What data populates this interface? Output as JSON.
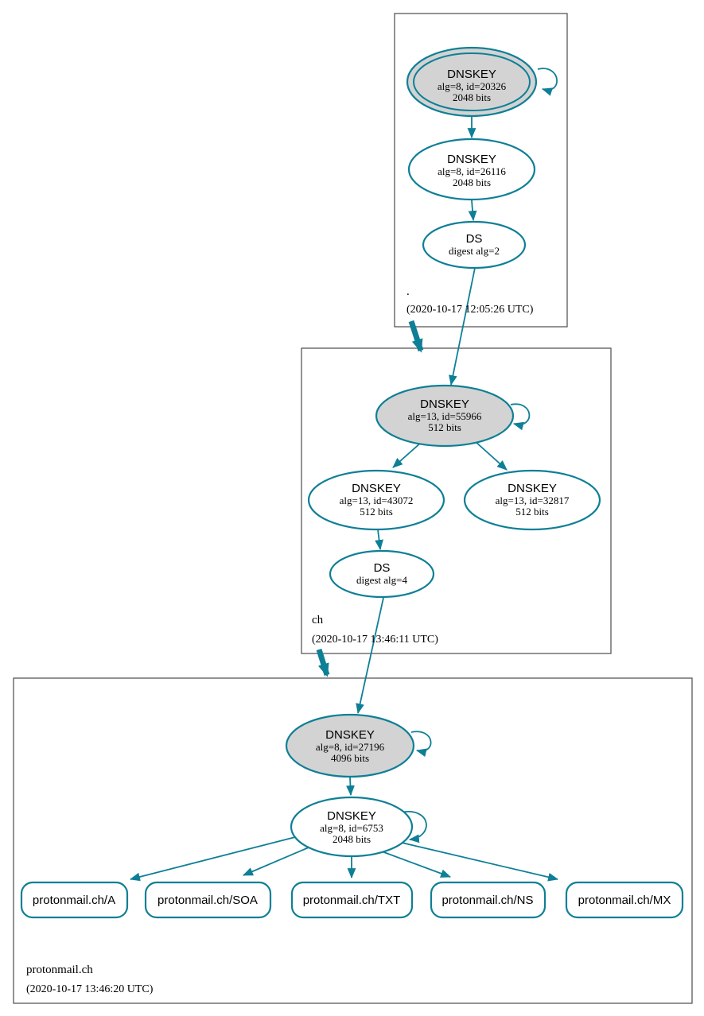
{
  "palette": {
    "edge_teal": "#0e7f96",
    "ksk_fill": "#d3d3d3",
    "node_fill": "#ffffff",
    "cluster_border": "#4b4b4b",
    "text": "#000000"
  },
  "zones": [
    {
      "name": ".",
      "timestamp": "(2020-10-17 12:05:26 UTC)",
      "nodes": {
        "ksk": {
          "title": "DNSKEY",
          "alg": "alg=8, id=20326",
          "bits": "2048 bits"
        },
        "zsk": {
          "title": "DNSKEY",
          "alg": "alg=8, id=26116",
          "bits": "2048 bits"
        },
        "ds": {
          "title": "DS",
          "detail": "digest alg=2"
        }
      }
    },
    {
      "name": "ch",
      "timestamp": "(2020-10-17 13:46:11 UTC)",
      "nodes": {
        "ksk": {
          "title": "DNSKEY",
          "alg": "alg=13, id=55966",
          "bits": "512 bits"
        },
        "zsk1": {
          "title": "DNSKEY",
          "alg": "alg=13, id=43072",
          "bits": "512 bits"
        },
        "zsk2": {
          "title": "DNSKEY",
          "alg": "alg=13, id=32817",
          "bits": "512 bits"
        },
        "ds": {
          "title": "DS",
          "detail": "digest alg=4"
        }
      }
    },
    {
      "name": "protonmail.ch",
      "timestamp": "(2020-10-17 13:46:20 UTC)",
      "nodes": {
        "ksk": {
          "title": "DNSKEY",
          "alg": "alg=8, id=27196",
          "bits": "4096 bits"
        },
        "zsk": {
          "title": "DNSKEY",
          "alg": "alg=8, id=6753",
          "bits": "2048 bits"
        }
      },
      "rrsets": [
        {
          "label": "protonmail.ch/A"
        },
        {
          "label": "protonmail.ch/SOA"
        },
        {
          "label": "protonmail.ch/TXT"
        },
        {
          "label": "protonmail.ch/NS"
        },
        {
          "label": "protonmail.ch/MX"
        }
      ]
    }
  ]
}
